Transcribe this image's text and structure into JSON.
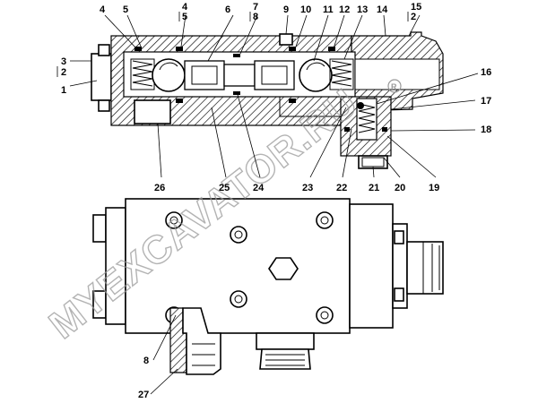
{
  "watermark": "MYEXCAVATOR.RU",
  "registered_mark": "R",
  "callouts": {
    "c1": "1",
    "c2": "2",
    "c3": "3",
    "c4": "4",
    "c5": "5",
    "c6": "6",
    "c7": "7",
    "c8": "8",
    "c9": "9",
    "c10": "10",
    "c11": "11",
    "c12": "12",
    "c13": "13",
    "c14": "14",
    "c15": "15",
    "c16": "16",
    "c17": "17",
    "c18": "18",
    "c19": "19",
    "c20": "20",
    "c21": "21",
    "c22": "22",
    "c23": "23",
    "c24": "24",
    "c25": "25",
    "c26": "26",
    "c27": "27"
  }
}
